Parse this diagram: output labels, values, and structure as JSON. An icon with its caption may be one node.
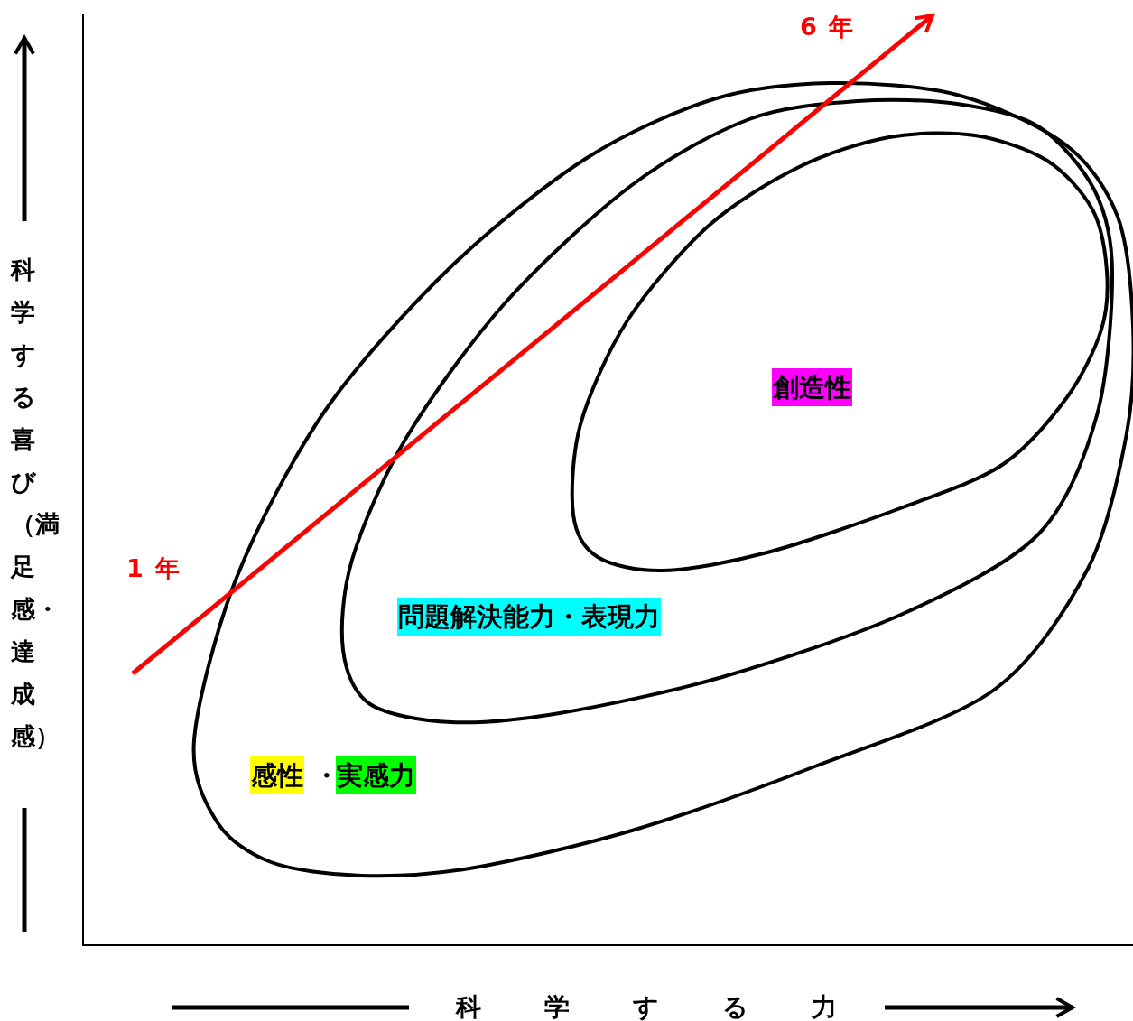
{
  "diagram": {
    "nodes": [
      {
        "text": [
          "感性",
          "・",
          "実感力"
        ]
      },
      {
        "text": [
          "問題解決能力・表現力"
        ],
        "in": 0
      },
      {
        "text": [
          "創造性"
        ],
        "in": 1
      }
    ],
    "labels": [
      "1 年",
      "6 年",
      "科学する喜び（満足感・達成感）",
      "科学する力"
    ]
  }
}
